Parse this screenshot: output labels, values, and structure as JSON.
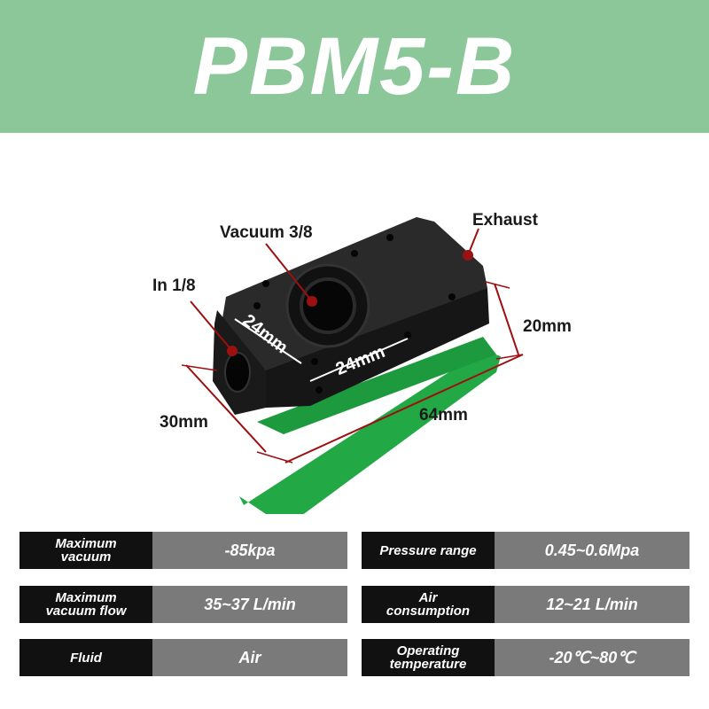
{
  "title": "PBM5-B",
  "labels": {
    "vacuum_port": "Vacuum 3/8",
    "exhaust": "Exhaust",
    "in_port": "In 1/8",
    "dim_height": "20mm",
    "dim_width": "30mm",
    "dim_length": "64mm",
    "dim_face_short": "24mm",
    "dim_face_long": "24mm"
  },
  "colors": {
    "banner": "#8cc79a",
    "body": "#1b1b1b",
    "base": "#22a845",
    "marker": "#9b1010"
  },
  "specs": [
    {
      "key": "Maximum\nvacuum",
      "value": "-85kpa"
    },
    {
      "key": "Pressure range",
      "value": "0.45~0.6Mpa"
    },
    {
      "key": "Maximum\nvacuum flow",
      "value": "35~37 L/min"
    },
    {
      "key": "Air\nconsumption",
      "value": "12~21 L/min"
    },
    {
      "key": "Fluid",
      "value": "Air"
    },
    {
      "key": "Operating\ntemperature",
      "value": "-20℃~80℃"
    }
  ]
}
